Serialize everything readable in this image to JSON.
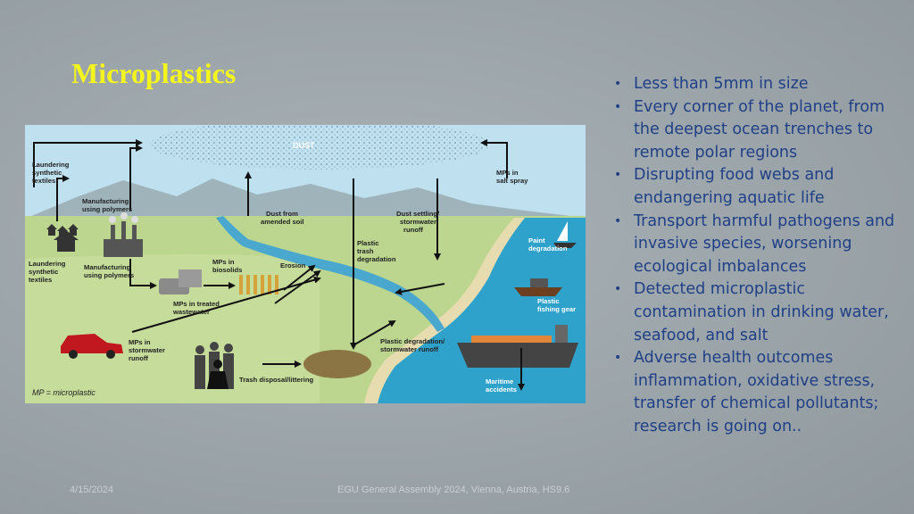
{
  "slide": {
    "title": "Microplastics",
    "bullets": [
      "Less than 5mm in size",
      "Every corner of the planet, from the deepest ocean trenches to remote polar regions",
      "Disrupting food webs and endangering aquatic life",
      "Transport harmful pathogens and invasive species, worsening ecological imbalances",
      "Detected microplastic contamination in drinking water, seafood, and salt",
      "Adverse health outcomes inflammation, oxidative stress, transfer of chemical pollutants; research is going on.."
    ],
    "date": "4/15/2024",
    "footer": "EGU General Assembly 2024, Vienna, Austria, HS9.6"
  },
  "diagram": {
    "dust": "DUST",
    "laundering_top": [
      "Laundering",
      "synthetic",
      "textiles"
    ],
    "manufacturing_top": [
      "Manufacturing",
      "using polymers"
    ],
    "laundering_bottom": [
      "Laundering",
      "synthetic",
      "textiles"
    ],
    "manufacturing_bottom": [
      "Manufacturing",
      "using polymers"
    ],
    "mps_biosolids": [
      "MPs in",
      "biosolids"
    ],
    "mps_wastewater": [
      "MPs in treated",
      "wastewater"
    ],
    "erosion": "Erosion",
    "dust_soil": [
      "Dust from",
      "amended soil"
    ],
    "plastic_trash": [
      "Plastic",
      "trash",
      "degradation"
    ],
    "dust_settling": [
      "Dust settling/",
      "stormwater",
      "runoff"
    ],
    "mps_salt": [
      "MPs in",
      "salt spray"
    ],
    "paint": [
      "Paint",
      "degradation"
    ],
    "fishing": [
      "Plastic",
      "fishing gear"
    ],
    "mps_stormwater": [
      "MPs in",
      "stormwater",
      "runoff"
    ],
    "trash_disposal": "Trash disposal/littering",
    "plastic_degradation": [
      "Plastic degradation/",
      "stormwater runoff"
    ],
    "maritime": [
      "Maritime",
      "accidents"
    ],
    "legend": "MP = microplastic"
  }
}
